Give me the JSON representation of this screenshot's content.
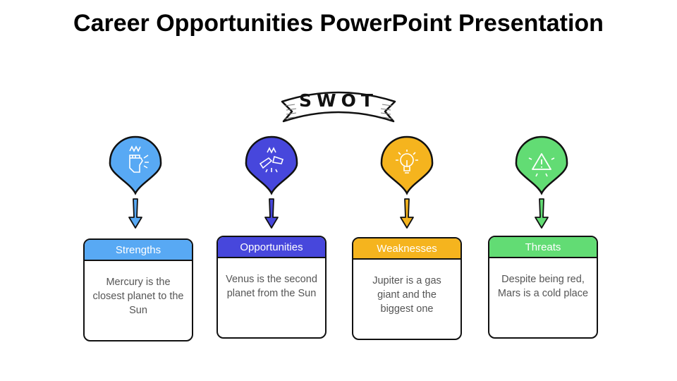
{
  "title": "Career Opportunities PowerPoint Presentation",
  "banner": "SWOT",
  "items": [
    {
      "label": "Strengths",
      "text": "Mercury is the closest planet to the Sun",
      "color": "#58a9f4",
      "icon": "fist-icon"
    },
    {
      "label": "Opportunities",
      "text": "Venus is the second planet from the Sun",
      "color": "#4747dc",
      "icon": "broken-chain-icon"
    },
    {
      "label": "Weaknesses",
      "text": "Jupiter is a gas giant and the biggest one",
      "color": "#f5b41e",
      "icon": "lightbulb-icon"
    },
    {
      "label": "Threats",
      "text": "Despite being red, Mars is a cold place",
      "color": "#62dc74",
      "icon": "warning-icon"
    }
  ]
}
